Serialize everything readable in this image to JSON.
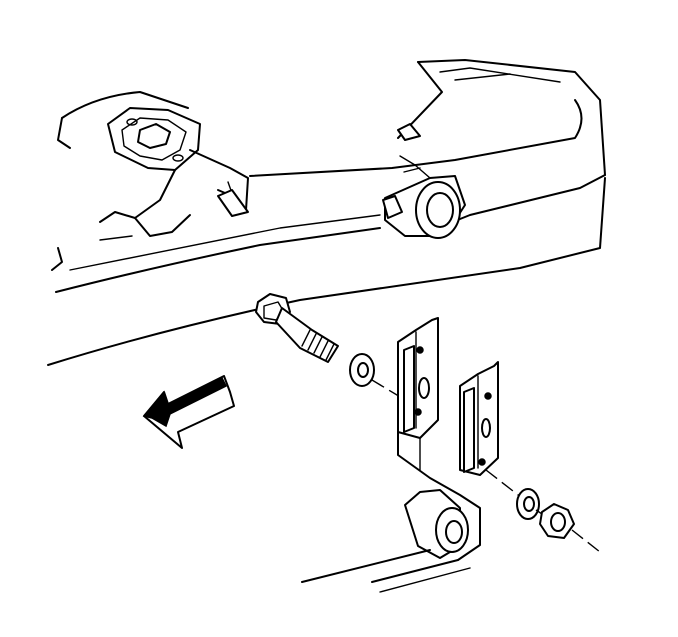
{
  "diagram": {
    "labels": [],
    "parts": [
      "frame-rail",
      "crossmember-mount",
      "rail-bushing",
      "bolt",
      "washer",
      "outer-bracket",
      "inner-bracket",
      "nut",
      "spring-eye-bushing",
      "forward-arrow"
    ],
    "colors": {
      "ink": "#000000",
      "paper": "#ffffff"
    }
  }
}
